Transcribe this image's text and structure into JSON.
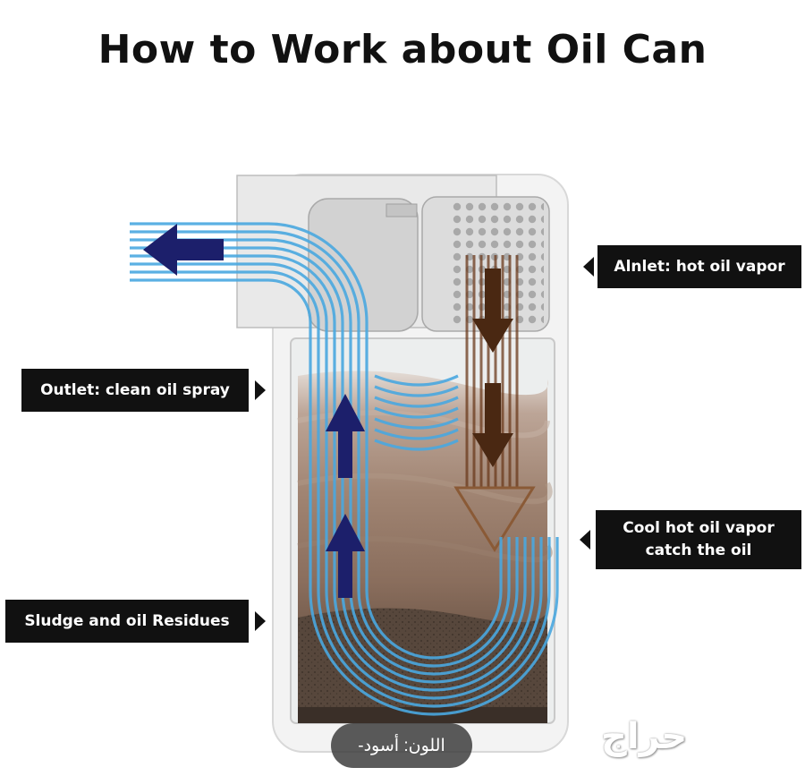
{
  "title": "How to Work about Oil Can",
  "callouts": {
    "inlet": "Alnlet: hot oil vapor",
    "outlet": "Outlet: clean oil spray",
    "cool_line1": "Cool hot oil vapor",
    "cool_line2": "catch the oil",
    "sludge": "Sludge and oil Residues"
  },
  "color_label": "اللون: أسود-",
  "watermark": "حراج",
  "colors": {
    "clean_flow": "#4aa8e0",
    "arrow_navy": "#1c1f6b",
    "hot_vapor": "#6b3a1c",
    "callout_bg": "#111111"
  }
}
